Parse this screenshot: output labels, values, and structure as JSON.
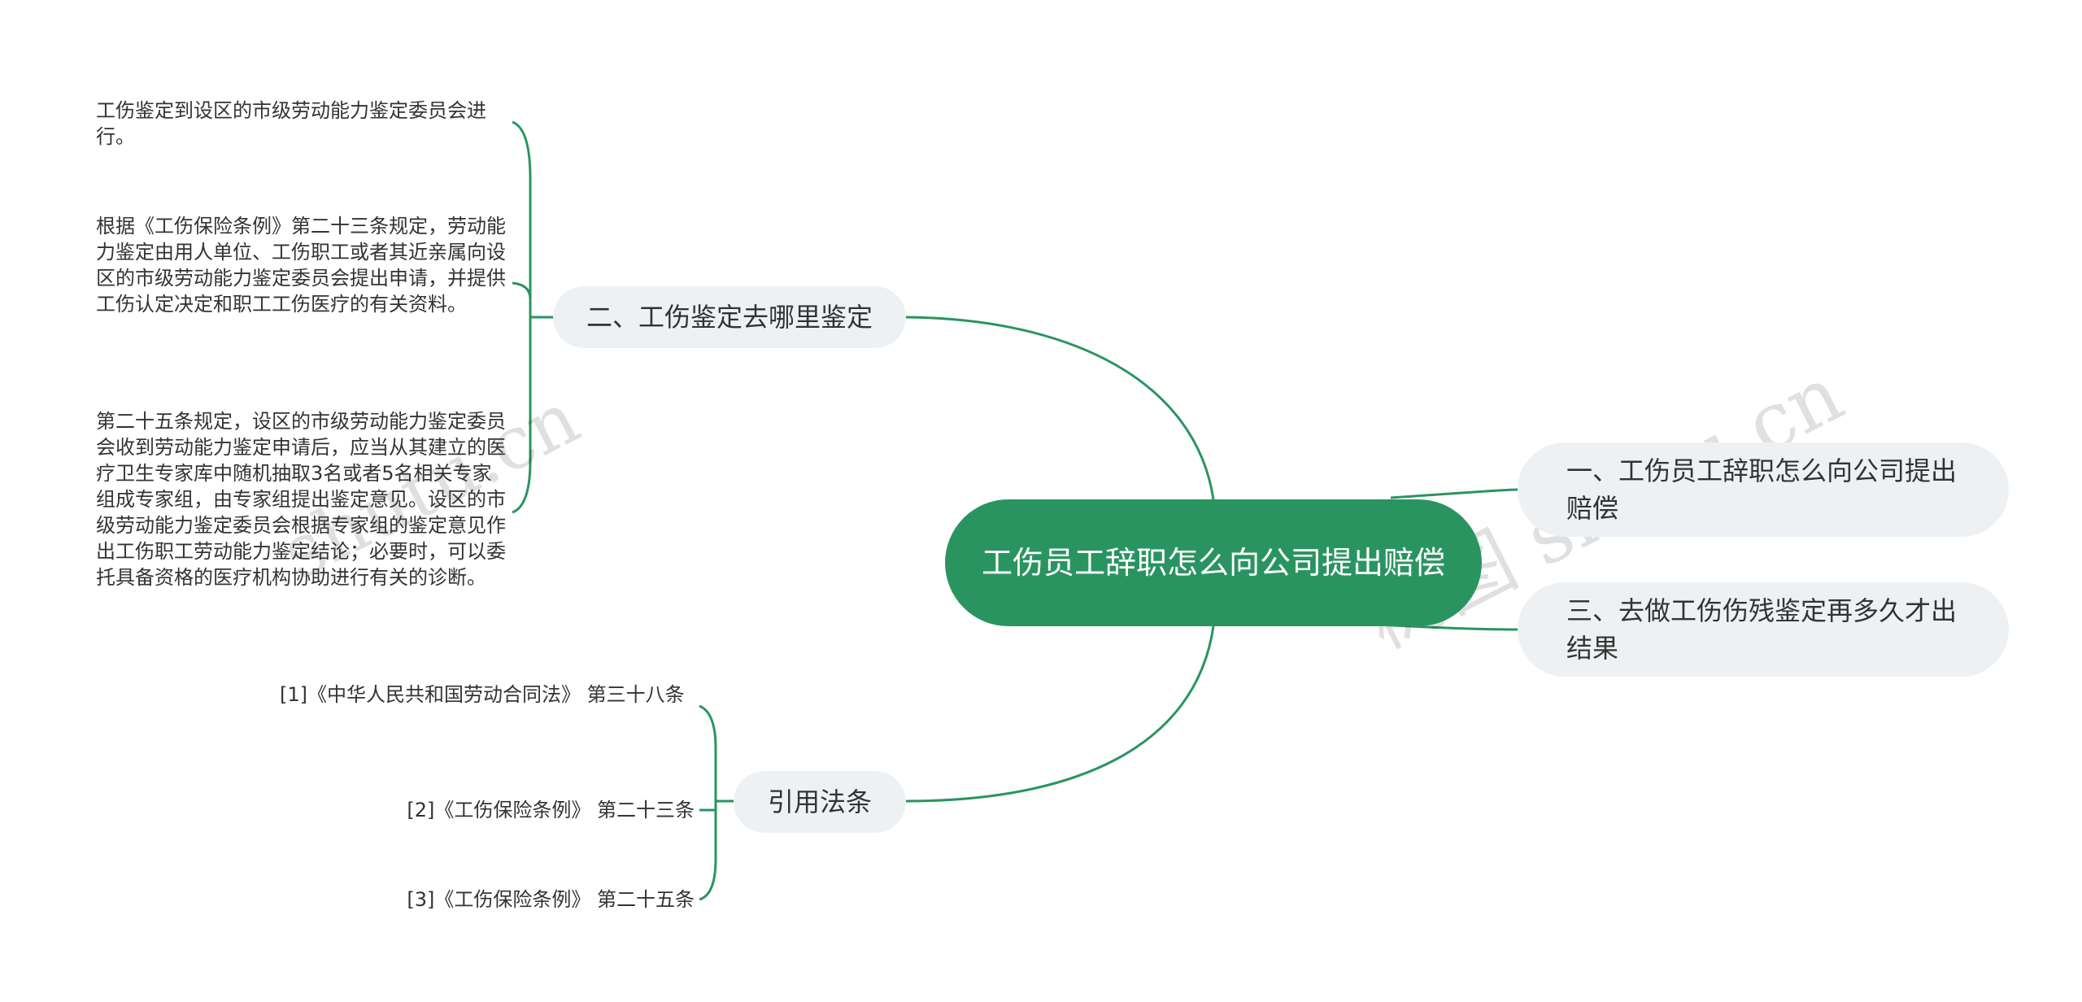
{
  "colors": {
    "accent": "#2a9461",
    "branch_bg": "#eef1f3",
    "text": "#333333"
  },
  "central": {
    "label": "工伤员工辞职怎么向公司提出赔偿"
  },
  "branches": {
    "appraisal_location": {
      "label": "二、工伤鉴定去哪里鉴定",
      "leaves": [
        "工伤鉴定到设区的市级劳动能力鉴定委员会进行。",
        "根据《工伤保险条例》第二十三条规定，劳动能力鉴定由用人单位、工伤职工或者其近亲属向设区的市级劳动能力鉴定委员会提出申请，并提供工伤认定决定和职工工伤医疗的有关资料。",
        "第二十五条规定，设区的市级劳动能力鉴定委员会收到劳动能力鉴定申请后，应当从其建立的医疗卫生专家库中随机抽取3名或者5名相关专家组成专家组，由专家组提出鉴定意见。设区的市级劳动能力鉴定委员会根据专家组的鉴定意见作出工伤职工劳动能力鉴定结论；必要时，可以委托具备资格的医疗机构协助进行有关的诊断。"
      ]
    },
    "cited_laws": {
      "label": "引用法条",
      "refs": [
        "[1]《中华人民共和国劳动合同法》 第三十八条",
        "[2]《工伤保险条例》 第二十三条",
        "[3]《工伤保险条例》 第二十五条"
      ]
    },
    "how_to_claim": {
      "label": "一、工伤员工辞职怎么向公司提出赔偿"
    },
    "result_time": {
      "label": "三、去做工伤伤残鉴定再多久才出结果"
    }
  },
  "watermarks": [
    "树图 shutu.cn",
    "shutu.cn"
  ]
}
